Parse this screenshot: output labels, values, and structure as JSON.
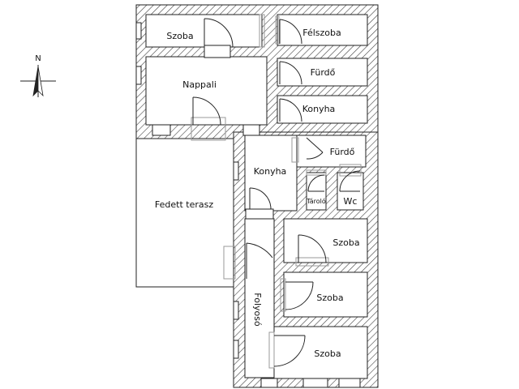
{
  "plan": {
    "title": "",
    "compass": {
      "label": "N"
    },
    "rooms": {
      "szoba_top": "Szoba",
      "felszoba": "Félszoba",
      "furdo_top": "Fürdő",
      "nappali": "Nappali",
      "konyha_top": "Konyha",
      "furdo_mid": "Fürdő",
      "konyha_mid": "Konyha",
      "tarolo": "Tároló",
      "wc": "Wc",
      "fedett_terasz": "Fedett terasz",
      "szoba_1": "Szoba",
      "szoba_2": "Szoba",
      "szoba_3": "Szoba",
      "folyoso": "Folyosó"
    },
    "colors": {
      "wall_line": "#222222",
      "hatch": "#444444",
      "window": "#9a9a9a",
      "background": "#ffffff"
    }
  }
}
